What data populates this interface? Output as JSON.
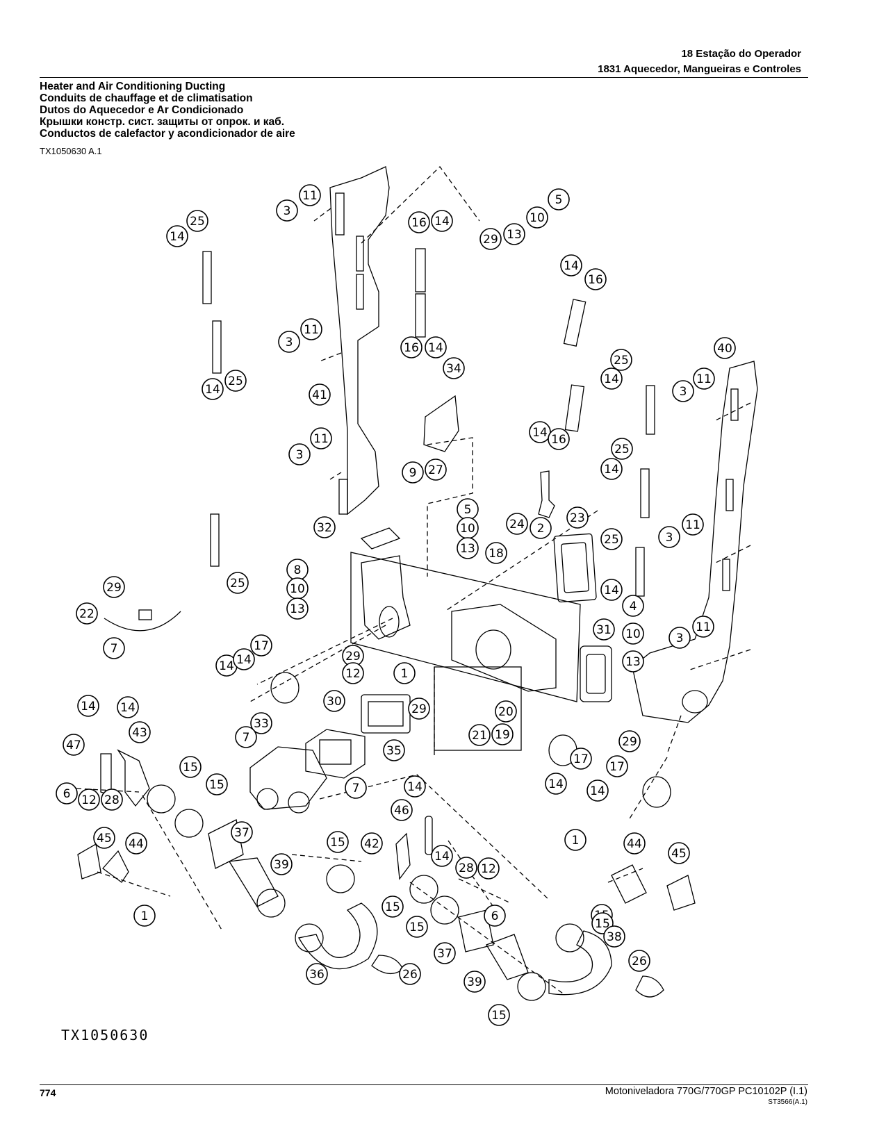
{
  "header": {
    "section": "18 Estação do Operador",
    "group": "1831 Aquecedor, Mangueiras e Controles"
  },
  "titles": [
    "Heater and Air Conditioning Ducting",
    "Conduits de chauffage et de climatisation",
    "Dutos do Aquecedor e Ar Condicionado",
    "Крышки констр.  сист.  защиты от опрок.  и каб.",
    "Conductos de calefactor y acondicionador de aire"
  ],
  "reference": "TX1050630 A.1",
  "figure_label": "TX1050630",
  "callouts": [
    {
      "n": "3"
    },
    {
      "n": "11"
    },
    {
      "n": "14"
    },
    {
      "n": "25"
    },
    {
      "n": "16"
    },
    {
      "n": "14"
    },
    {
      "n": "29"
    },
    {
      "n": "13"
    },
    {
      "n": "10"
    },
    {
      "n": "5"
    },
    {
      "n": "14"
    },
    {
      "n": "16"
    },
    {
      "n": "3"
    },
    {
      "n": "11"
    },
    {
      "n": "16"
    },
    {
      "n": "14"
    },
    {
      "n": "14"
    },
    {
      "n": "25"
    },
    {
      "n": "41"
    },
    {
      "n": "34"
    },
    {
      "n": "40"
    },
    {
      "n": "25"
    },
    {
      "n": "14"
    },
    {
      "n": "3"
    },
    {
      "n": "11"
    },
    {
      "n": "3"
    },
    {
      "n": "11"
    },
    {
      "n": "9"
    },
    {
      "n": "27"
    },
    {
      "n": "14"
    },
    {
      "n": "16"
    },
    {
      "n": "25"
    },
    {
      "n": "14"
    },
    {
      "n": "5"
    },
    {
      "n": "10"
    },
    {
      "n": "13"
    },
    {
      "n": "32"
    },
    {
      "n": "24"
    },
    {
      "n": "2"
    },
    {
      "n": "23"
    },
    {
      "n": "3"
    },
    {
      "n": "11"
    },
    {
      "n": "25"
    },
    {
      "n": "14"
    },
    {
      "n": "25"
    },
    {
      "n": "8"
    },
    {
      "n": "18"
    },
    {
      "n": "10"
    },
    {
      "n": "13"
    },
    {
      "n": "29"
    },
    {
      "n": "14"
    },
    {
      "n": "22"
    },
    {
      "n": "4"
    },
    {
      "n": "10"
    },
    {
      "n": "3"
    },
    {
      "n": "11"
    },
    {
      "n": "13"
    },
    {
      "n": "31"
    },
    {
      "n": "7"
    },
    {
      "n": "17"
    },
    {
      "n": "29"
    },
    {
      "n": "14"
    },
    {
      "n": "12"
    },
    {
      "n": "1"
    },
    {
      "n": "30"
    },
    {
      "n": "29"
    },
    {
      "n": "20"
    },
    {
      "n": "21"
    },
    {
      "n": "19"
    },
    {
      "n": "14"
    },
    {
      "n": "14"
    },
    {
      "n": "33"
    },
    {
      "n": "35"
    },
    {
      "n": "47"
    },
    {
      "n": "43"
    },
    {
      "n": "7"
    },
    {
      "n": "17"
    },
    {
      "n": "29"
    },
    {
      "n": "6"
    },
    {
      "n": "12"
    },
    {
      "n": "28"
    },
    {
      "n": "15"
    },
    {
      "n": "15"
    },
    {
      "n": "7"
    },
    {
      "n": "14"
    },
    {
      "n": "17"
    },
    {
      "n": "14"
    },
    {
      "n": "37"
    },
    {
      "n": "14"
    },
    {
      "n": "46"
    },
    {
      "n": "45"
    },
    {
      "n": "42"
    },
    {
      "n": "44"
    },
    {
      "n": "39"
    },
    {
      "n": "15"
    },
    {
      "n": "14"
    },
    {
      "n": "28"
    },
    {
      "n": "12"
    },
    {
      "n": "1"
    },
    {
      "n": "44"
    },
    {
      "n": "45"
    },
    {
      "n": "15"
    },
    {
      "n": "1"
    },
    {
      "n": "15"
    },
    {
      "n": "6"
    },
    {
      "n": "15"
    },
    {
      "n": "15"
    },
    {
      "n": "38"
    },
    {
      "n": "37"
    },
    {
      "n": "26"
    },
    {
      "n": "36"
    },
    {
      "n": "26"
    },
    {
      "n": "39"
    },
    {
      "n": "15"
    }
  ],
  "footer": {
    "page_number": "774",
    "manual": "Motoniveladora 770G/770GP   PC10102P   (I.1)",
    "code": "ST3566(A.1)"
  }
}
